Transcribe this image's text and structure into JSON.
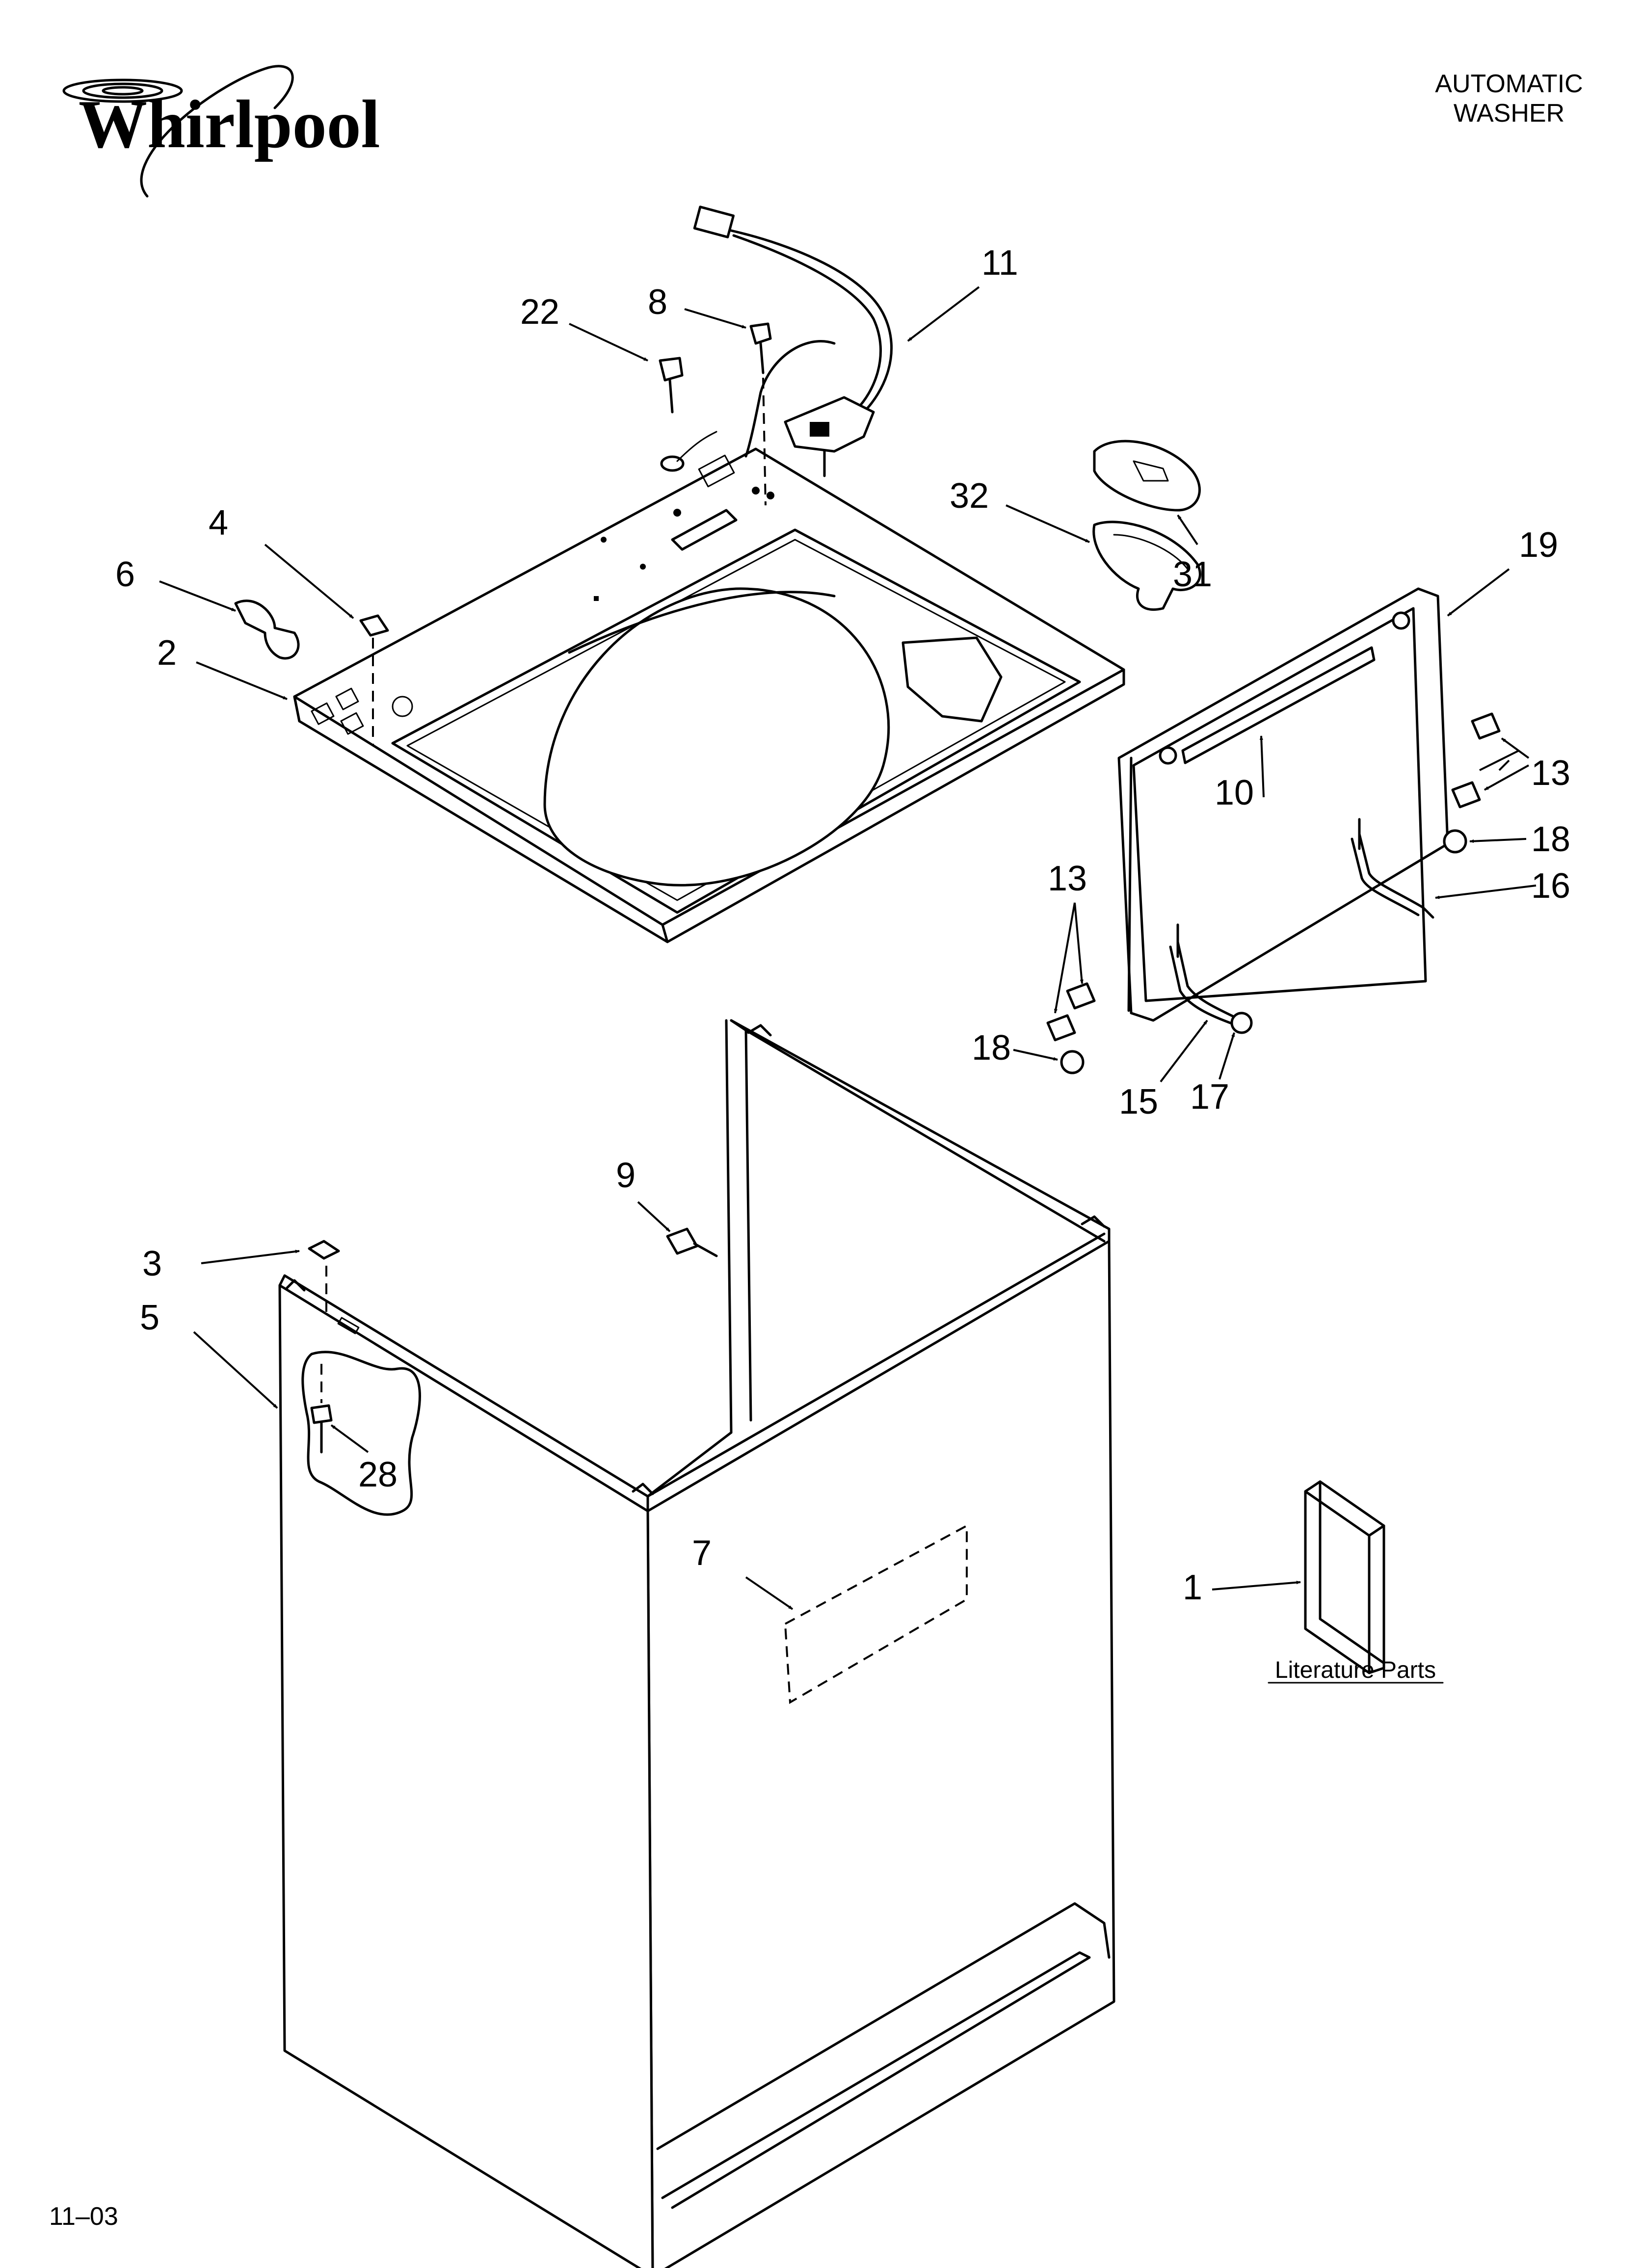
{
  "brand": {
    "name": "Whirlpool"
  },
  "header": {
    "line1": "AUTOMATIC",
    "line2": "WASHER"
  },
  "footer": {
    "code": "11–03"
  },
  "literature": {
    "label": "Literature Parts"
  },
  "callouts": [
    {
      "id": "c11",
      "label": "11"
    },
    {
      "id": "c8",
      "label": "8"
    },
    {
      "id": "c22",
      "label": "22"
    },
    {
      "id": "c32",
      "label": "32"
    },
    {
      "id": "c31",
      "label": "31"
    },
    {
      "id": "c19",
      "label": "19"
    },
    {
      "id": "c4",
      "label": "4"
    },
    {
      "id": "c6",
      "label": "6"
    },
    {
      "id": "c2",
      "label": "2"
    },
    {
      "id": "c10",
      "label": "10"
    },
    {
      "id": "c13a",
      "label": "13"
    },
    {
      "id": "c18a",
      "label": "18"
    },
    {
      "id": "c16",
      "label": "16"
    },
    {
      "id": "c13b",
      "label": "13"
    },
    {
      "id": "c18b",
      "label": "18"
    },
    {
      "id": "c15",
      "label": "15"
    },
    {
      "id": "c17",
      "label": "17"
    },
    {
      "id": "c9",
      "label": "9"
    },
    {
      "id": "c3",
      "label": "3"
    },
    {
      "id": "c5",
      "label": "5"
    },
    {
      "id": "c28",
      "label": "28"
    },
    {
      "id": "c7",
      "label": "7"
    },
    {
      "id": "c1",
      "label": "1"
    }
  ],
  "colors": {
    "ink": "#000000",
    "paper": "#ffffff"
  }
}
